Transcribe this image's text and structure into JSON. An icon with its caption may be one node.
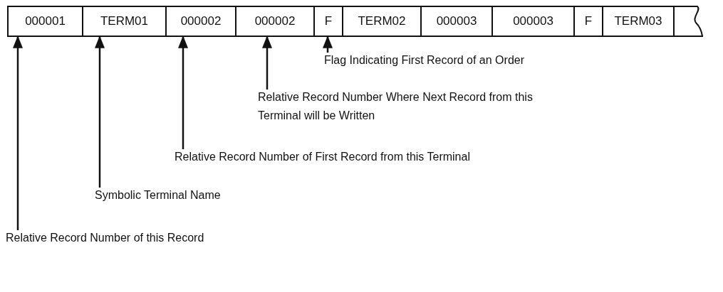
{
  "diagram": {
    "nodes": [
      {
        "text": [
          "000001"
        ]
      },
      {
        "text": [
          "TERM01"
        ]
      },
      {
        "text": [
          "000002"
        ]
      },
      {
        "text": [
          "000002"
        ]
      },
      {
        "text": [
          "F"
        ]
      },
      {
        "text": [
          "TERM02"
        ]
      },
      {
        "text": [
          "000003"
        ]
      },
      {
        "text": [
          "000003"
        ]
      },
      {
        "text": [
          "F"
        ]
      },
      {
        "text": [
          "TERM03"
        ]
      },
      {
        "text": [],
        "shape": "box"
      },
      {
        "text": [
          "Flag Indicating First Record of an Order"
        ]
      },
      {
        "text": [
          "Relative Record Number Where Next Record from this Terminal will be Written"
        ]
      },
      {
        "text": [
          "Relative Record Number of First Record from this Terminal"
        ]
      },
      {
        "text": [
          "Symbolic Terminal Name"
        ]
      },
      {
        "text": [
          "Relative Record Number of this Record"
        ]
      }
    ],
    "edges": [
      {
        "from": 11,
        "to": 4,
        "arrow": "to"
      },
      {
        "from": 12,
        "to": 3,
        "arrow": "to"
      },
      {
        "from": 13,
        "to": 2,
        "arrow": "to"
      },
      {
        "from": 14,
        "to": 1,
        "arrow": "to"
      },
      {
        "from": 15,
        "to": 0,
        "arrow": "to"
      }
    ]
  }
}
